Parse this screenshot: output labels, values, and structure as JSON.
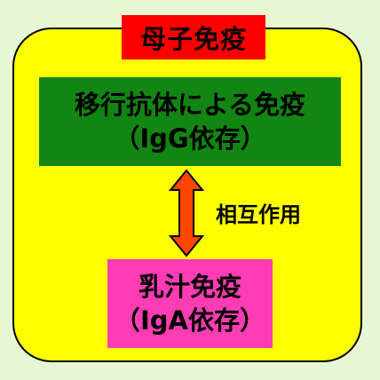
{
  "title": "母子免疫",
  "top_box": {
    "line1": "移行抗体による免疫",
    "line2": "（IgG依存）"
  },
  "bottom_box": {
    "line1": "乳汁免疫",
    "line2": "（IgA依存）"
  },
  "arrow_label": "相互作用",
  "colors": {
    "background": "#e8f7d3",
    "panel": "#fefe00",
    "title_box": "#fc0000",
    "top_box": "#128512",
    "bottom_box": "#fe3cb4",
    "arrow": "#ff4500"
  }
}
